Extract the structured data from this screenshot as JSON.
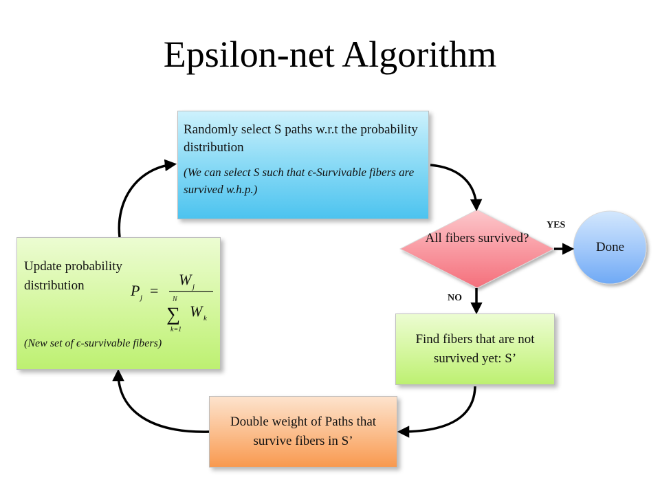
{
  "title": "Epsilon-net Algorithm",
  "nodes": {
    "select": {
      "main": "Randomly select S paths w.r.t the probability distribution",
      "note": "(We can select S such that ϵ-Survivable fibers are survived w.h.p.)"
    },
    "decision": {
      "text": "All fibers survived?"
    },
    "done": {
      "text": "Done"
    },
    "find": {
      "text": "Find fibers that are not survived yet: S’"
    },
    "double": {
      "text": "Double weight of Paths that survive fibers in S’"
    },
    "update": {
      "main": "Update probability distribution",
      "note": "(New set of ϵ-survivable fibers)"
    }
  },
  "edges": {
    "yes": "YES",
    "no": "NO"
  },
  "formula": {
    "lhs": "P",
    "lhs_sub": "j",
    "equals": "=",
    "num": "W",
    "num_sub": "j",
    "sum_upper": "N",
    "sum_symbol": "∑",
    "sum_lower": "k=1",
    "den": "W",
    "den_sub": "k"
  },
  "colors": {
    "blue": "#4cc3ef",
    "green": "#bdf071",
    "orange": "#f8994f",
    "diamond": "#f77a85",
    "done": "#6ea9f5"
  }
}
